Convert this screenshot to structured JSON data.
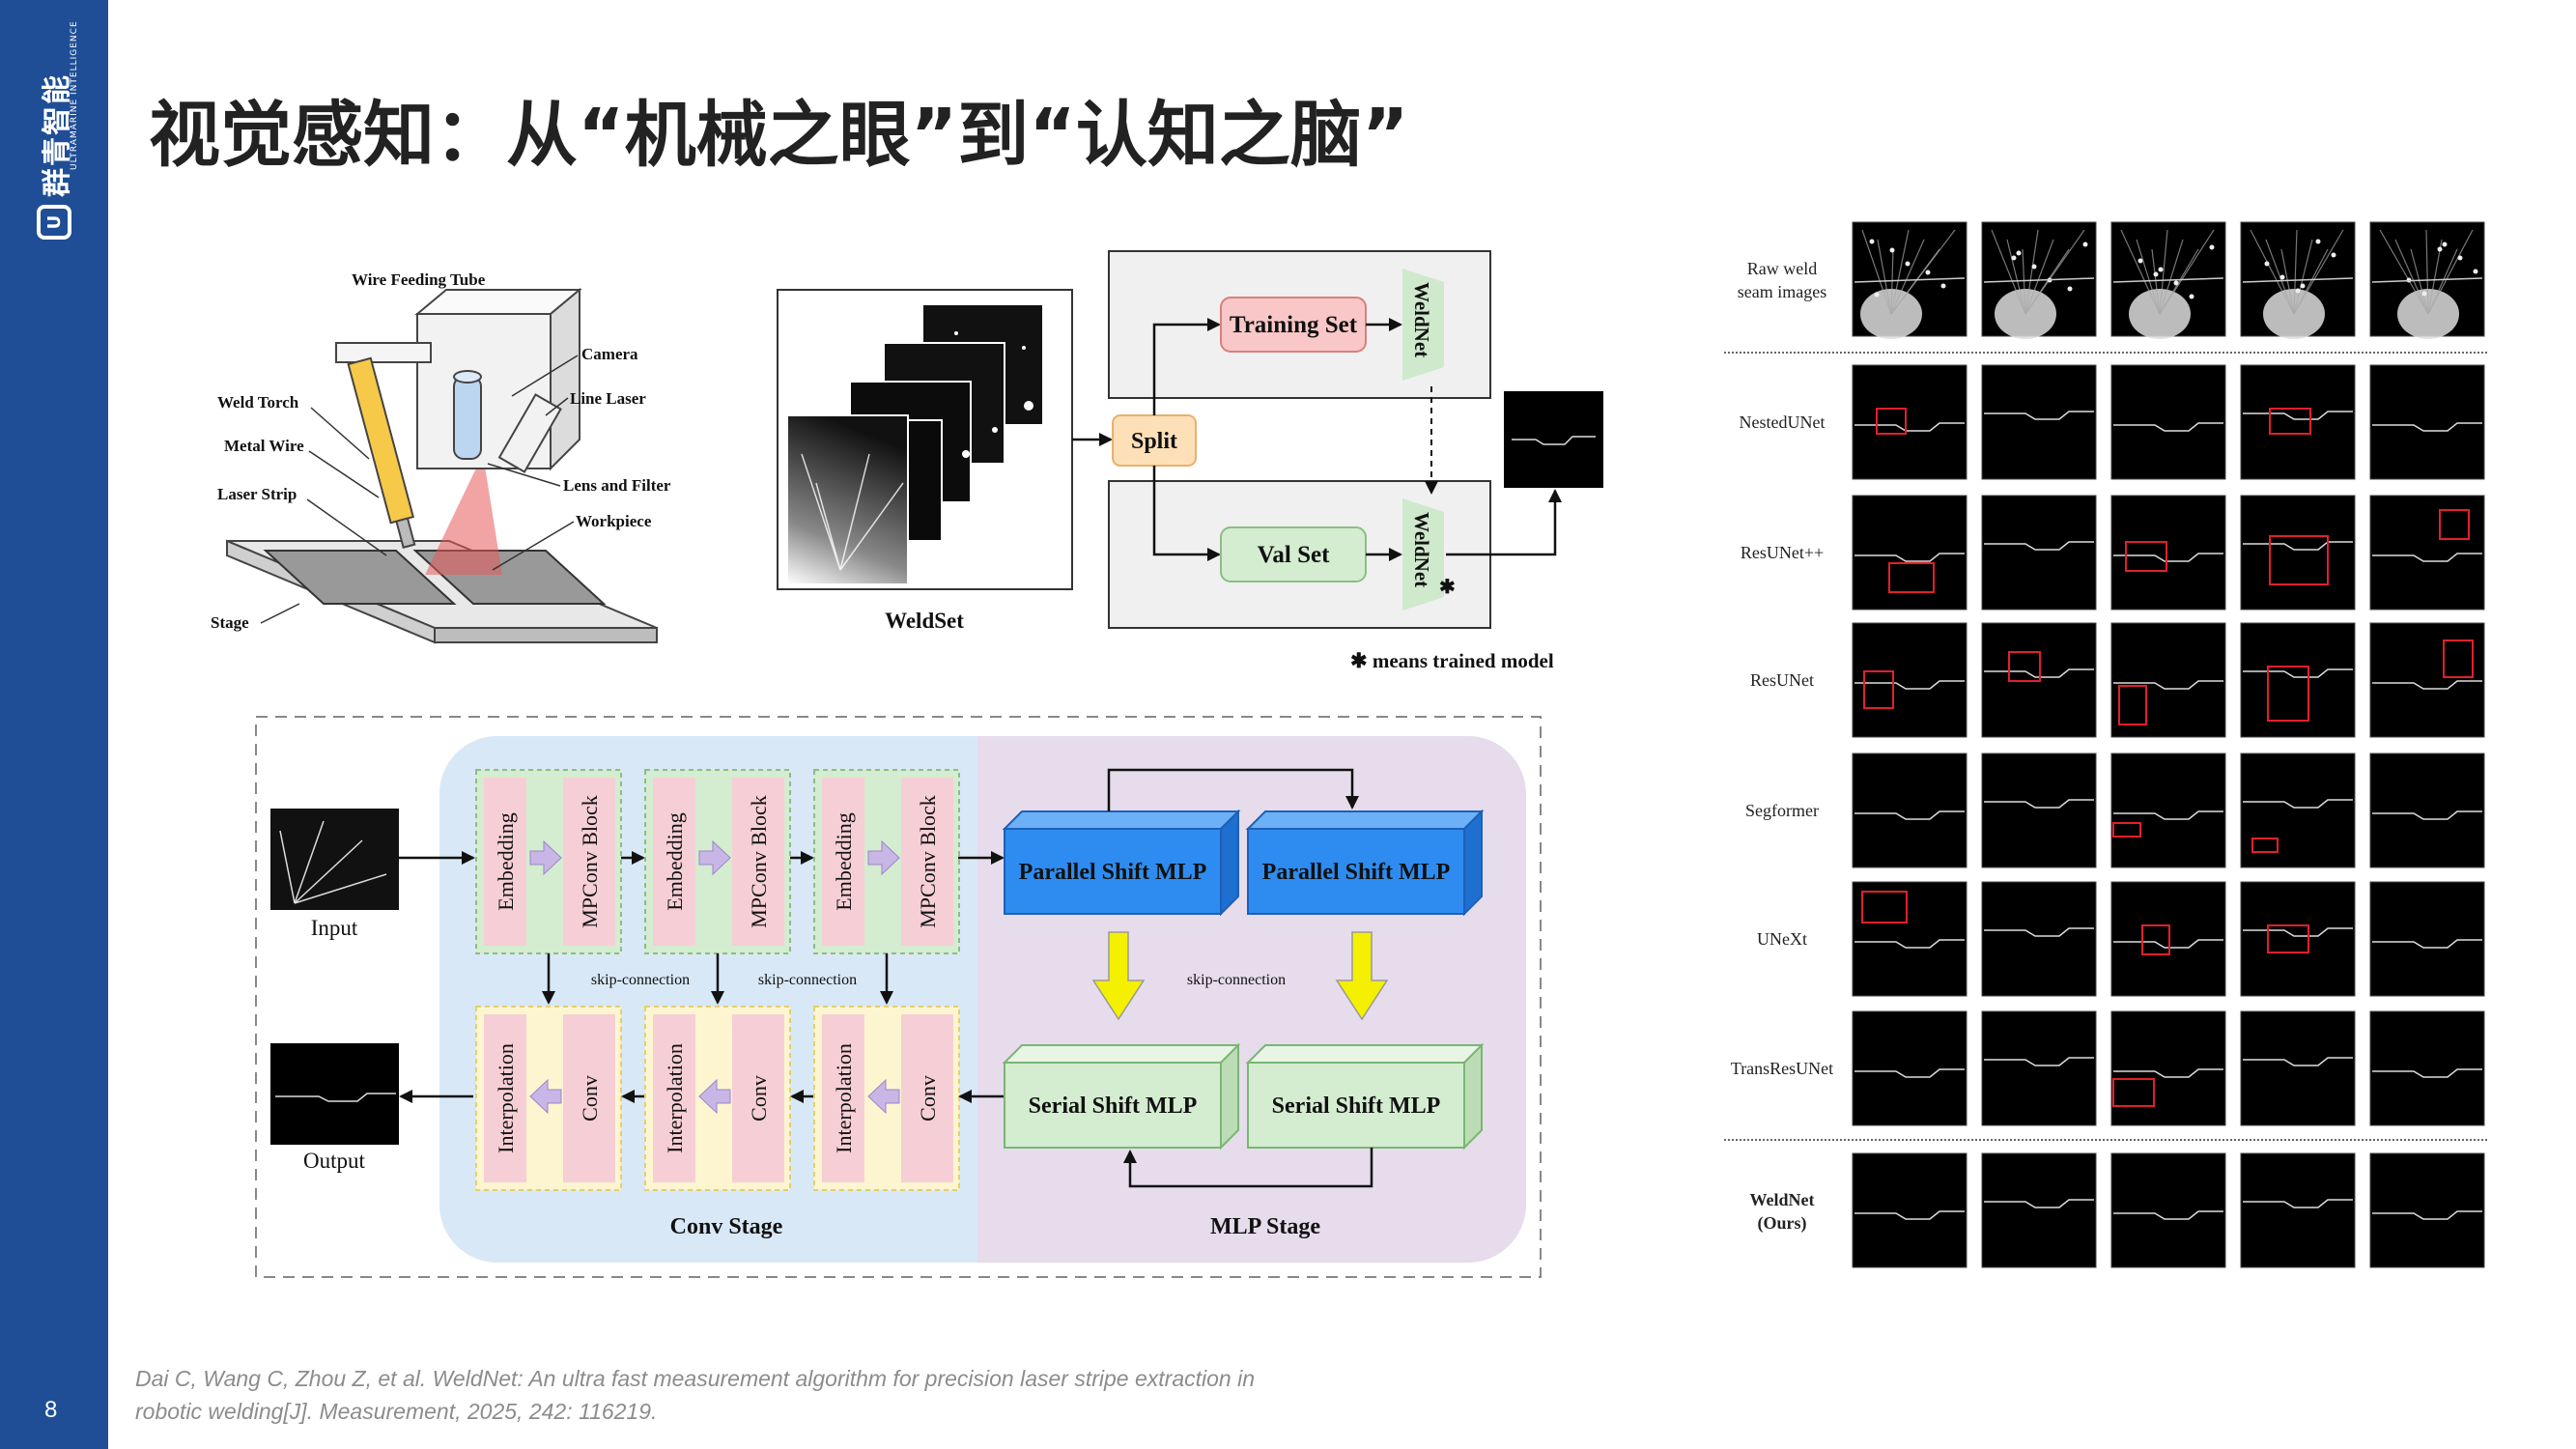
{
  "slide": {
    "title": "视觉感知：从“机械之眼”到“认知之脑”",
    "page_number": "8",
    "brand": {
      "cn": "群青智能",
      "en": "ULTRAMARINE INTELLIGENCE",
      "logo": "U"
    }
  },
  "citation": {
    "line1": "Dai C, Wang C, Zhou Z, et al. WeldNet: An ultra fast measurement algorithm for precision laser stripe extraction in",
    "line2": "robotic welding[J]. Measurement, 2025, 242: 116219."
  },
  "hardware": {
    "wire_feeding_tube": "Wire Feeding Tube",
    "camera": "Camera",
    "line_laser": "Line Laser",
    "weld_torch": "Weld Torch",
    "metal_wire": "Metal Wire",
    "laser_strip": "Laser Strip",
    "lens_filter": "Lens and Filter",
    "workpiece": "Workpiece",
    "stage": "Stage"
  },
  "pipeline": {
    "weldset": "WeldSet",
    "split": "Split",
    "training_set": "Training Set",
    "val_set": "Val Set",
    "weldnet": "WeldNet",
    "trained_mark": "✱",
    "note": "✱  means trained model"
  },
  "architecture": {
    "input": "Input",
    "output": "Output",
    "embedding": "Embedding",
    "mpconv": "MPConv Block",
    "interpolation": "Interpolation",
    "conv": "Conv",
    "skip": "skip-connection",
    "parallel_mlp": "Parallel Shift MLP",
    "serial_mlp": "Serial Shift MLP",
    "conv_stage": "Conv Stage",
    "mlp_stage": "MLP Stage"
  },
  "comparison": {
    "rows": [
      "Raw weld|seam images",
      "NestedUNet",
      "ResUNet++",
      "ResUNet",
      "Segformer",
      "UNeXt",
      "TransResUNet",
      "WeldNet|(Ours)"
    ]
  },
  "colors": {
    "sidebar": "#1f4e96",
    "parallel_mlp_blue": "#2e8cf0",
    "serial_mlp_green": "#d4ecd0",
    "conv_stage_bg": "#d8e8f7",
    "mlp_stage_bg": "#e6dcec",
    "yellow_arrow": "#f4f000",
    "bbox_red": "#e0202a"
  }
}
